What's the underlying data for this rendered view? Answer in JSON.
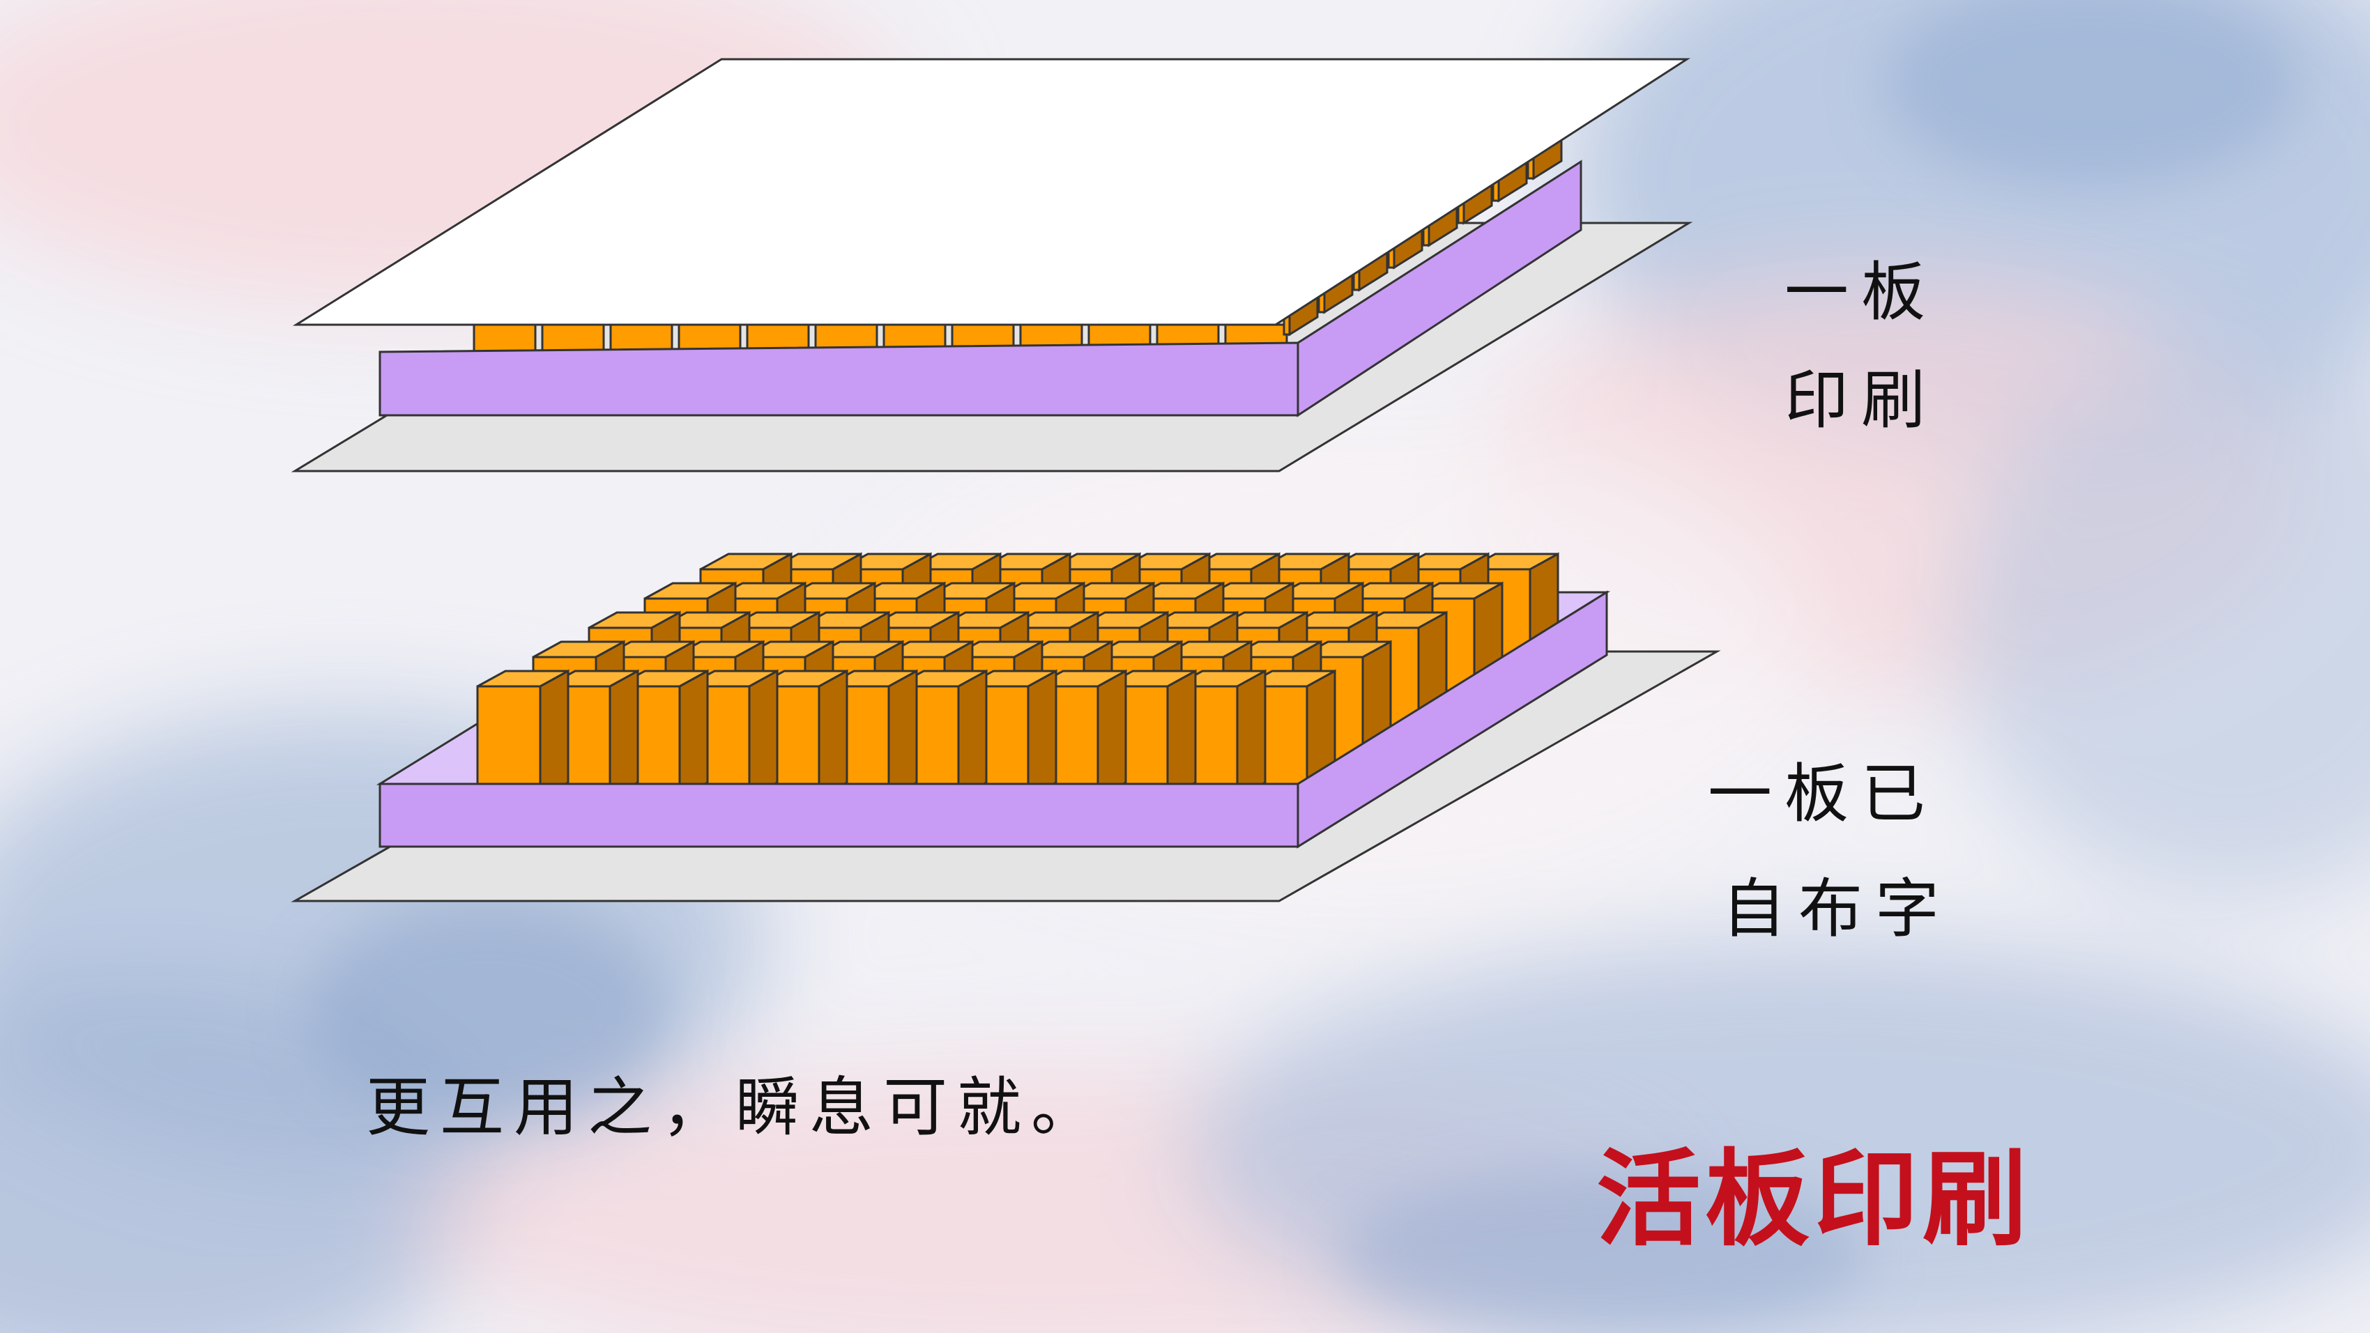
{
  "labels": {
    "top_line1": "一板",
    "top_line2": "印刷",
    "bottom_line1": "一板已",
    "bottom_line2": "自布字"
  },
  "caption": "更互用之，瞬息可就。",
  "title": "活板印刷",
  "colors": {
    "type_block_face": "#ff9c00",
    "type_block_top": "#ffb533",
    "type_block_side": "#b56a00",
    "tray": "#c89bf5",
    "paper": "#ffffff",
    "mat": "#e4e4e4",
    "title": "#c4101c"
  }
}
